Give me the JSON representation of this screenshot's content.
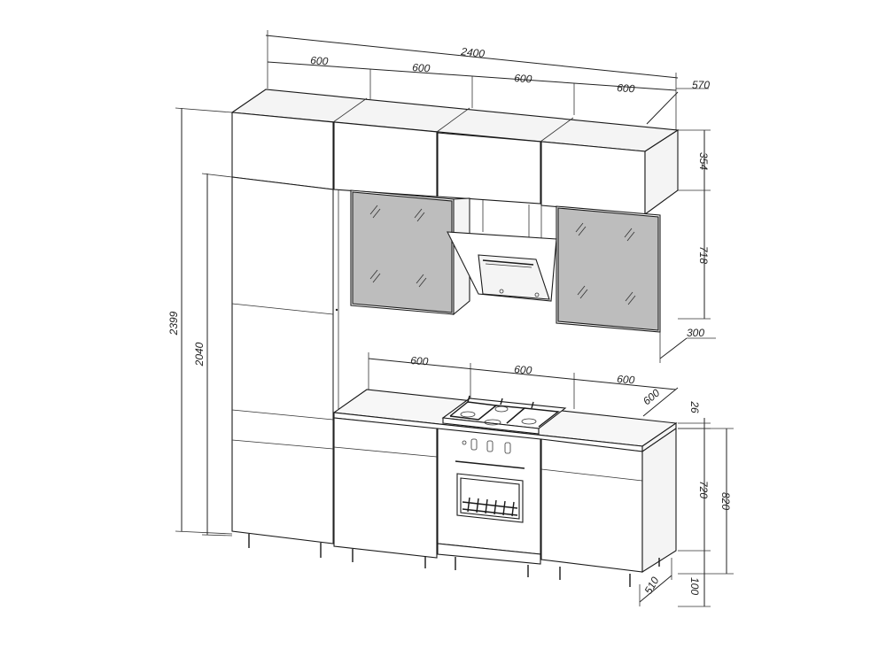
{
  "drawing": {
    "dimensions": {
      "total_width": "2400",
      "module_1": "600",
      "module_2": "600",
      "module_3": "600",
      "module_4": "600",
      "upper_depth": "570",
      "top_box_height": "354",
      "wall_cabinet_height": "718",
      "wall_cabinet_depth": "300",
      "base_module_1": "600",
      "base_module_2": "600",
      "base_module_3": "600",
      "base_depth": "600",
      "worktop_thickness": "26",
      "base_body_height": "720",
      "base_total_height": "820",
      "plinth_depth": "510",
      "leg_height": "100",
      "total_height": "2399",
      "column_height": "2040"
    }
  }
}
